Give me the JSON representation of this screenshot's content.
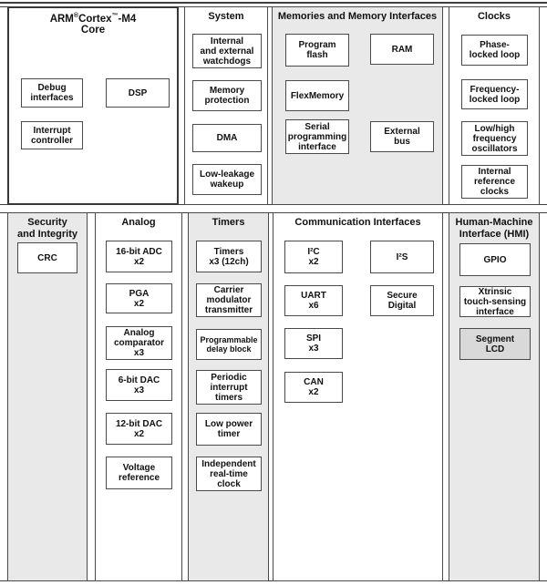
{
  "colors": {
    "page_background": "#ffffff",
    "section_gray_fill": "#e9e9e9",
    "box_fill": "#ffffff",
    "segment_lcd_fill": "#d9d9d9",
    "border": "#4a4a4a"
  },
  "sections": {
    "core": {
      "title": {
        "arm": "ARM",
        "reg": "®",
        "cortex": "Cortex",
        "tm": "™",
        "m4": "-M4",
        "line2": "Core"
      },
      "boxes": [
        {
          "label": "Debug\ninterfaces"
        },
        {
          "label": "DSP"
        },
        {
          "label": "Interrupt\ncontroller"
        }
      ]
    },
    "system": {
      "header": "System",
      "boxes": [
        {
          "label": "Internal\nand external\nwatchdogs"
        },
        {
          "label": "Memory\nprotection"
        },
        {
          "label": "DMA"
        },
        {
          "label": "Low-leakage\nwakeup"
        }
      ]
    },
    "memories": {
      "header": "Memories and Memory Interfaces",
      "boxes": [
        {
          "label": "Program\nflash"
        },
        {
          "label": "RAM"
        },
        {
          "label": "FlexMemory"
        },
        {
          "label": "Serial\nprogramming\ninterface"
        },
        {
          "label": "External\nbus"
        }
      ]
    },
    "clocks": {
      "header": "Clocks",
      "boxes": [
        {
          "label": "Phase-\nlocked loop"
        },
        {
          "label": "Frequency-\nlocked loop"
        },
        {
          "label": "Low/high\nfrequency\noscillators"
        },
        {
          "label": "Internal\nreference\nclocks"
        }
      ]
    },
    "security": {
      "header": "Security\nand Integrity",
      "boxes": [
        {
          "label": "CRC"
        }
      ]
    },
    "analog": {
      "header": "Analog",
      "boxes": [
        {
          "label": "16-bit ADC\nx2"
        },
        {
          "label": "PGA\nx2"
        },
        {
          "label": "Analog\ncomparator\nx3"
        },
        {
          "label": "6-bit DAC\nx3"
        },
        {
          "label": "12-bit DAC\nx2"
        },
        {
          "label": "Voltage\nreference"
        }
      ]
    },
    "timers": {
      "header": "Timers",
      "boxes": [
        {
          "label": "Timers\nx3 (12ch)"
        },
        {
          "label": "Carrier\nmodulator\ntransmitter"
        },
        {
          "label": "Programmable\ndelay block"
        },
        {
          "label": "Periodic\ninterrupt\ntimers"
        },
        {
          "label": "Low power\ntimer"
        },
        {
          "label": "Independent\nreal-time\nclock"
        }
      ]
    },
    "communication": {
      "header": "Communication Interfaces",
      "boxes": [
        {
          "label": "I²C\nx2"
        },
        {
          "label": "UART\nx6"
        },
        {
          "label": "SPI\nx3"
        },
        {
          "label": "CAN\nx2"
        },
        {
          "label": "I²S"
        },
        {
          "label": "Secure\nDigital"
        }
      ]
    },
    "hmi": {
      "header": "Human-Machine\nInterface (HMI)",
      "boxes": [
        {
          "label": "GPIO"
        },
        {
          "label": "Xtrinsic\ntouch-sensing\ninterface"
        },
        {
          "label": "Segment\nLCD"
        }
      ]
    }
  }
}
